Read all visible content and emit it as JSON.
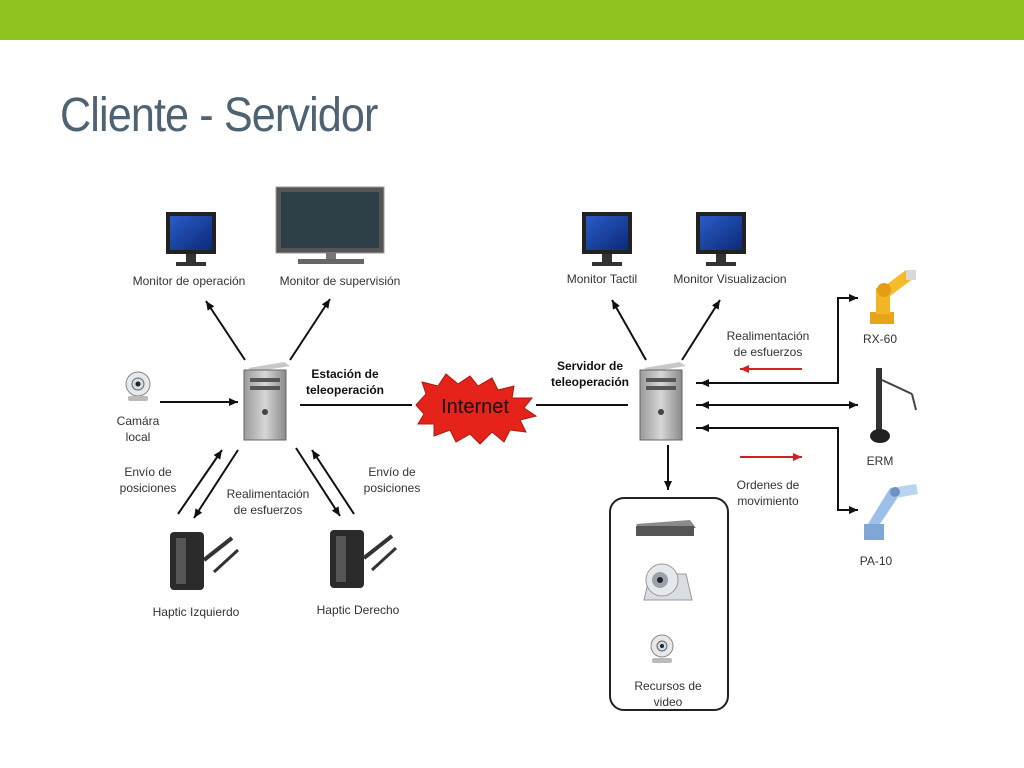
{
  "slide": {
    "title": "Cliente - Servidor",
    "accent_color": "#8dc21f",
    "title_color": "#4f6272"
  },
  "diagram": {
    "left": {
      "monitor_operacion": "Monitor de operación",
      "monitor_supervision": "Monitor de supervisión",
      "station_line1": "Estación de",
      "station_line2": "teleoperación",
      "camera_line1": "Camára",
      "camera_line2": "local",
      "envio_left_line1": "Envío de",
      "envio_left_line2": "posiciones",
      "realim_line1": "Realimentación",
      "realim_line2": "de esfuerzos",
      "envio_right_line1": "Envío de",
      "envio_right_line2": "posiciones",
      "haptic_left": "Haptic Izquierdo",
      "haptic_right": "Haptic Derecho"
    },
    "internet": "Internet",
    "right": {
      "monitor_tactil": "Monitor Tactil",
      "monitor_visualizacion": "Monitor Visualizacion",
      "server_line1": "Servidor de",
      "server_line2": "teleoperación",
      "realim_line1": "Realimentación",
      "realim_line2": "de esfuerzos",
      "ordenes_line1": "Ordenes de",
      "ordenes_line2": "movimiento",
      "robot_rx60": "RX-60",
      "robot_erm": "ERM",
      "robot_pa10": "PA-10",
      "recursos_line1": "Recursos de",
      "recursos_line2": "video"
    }
  }
}
